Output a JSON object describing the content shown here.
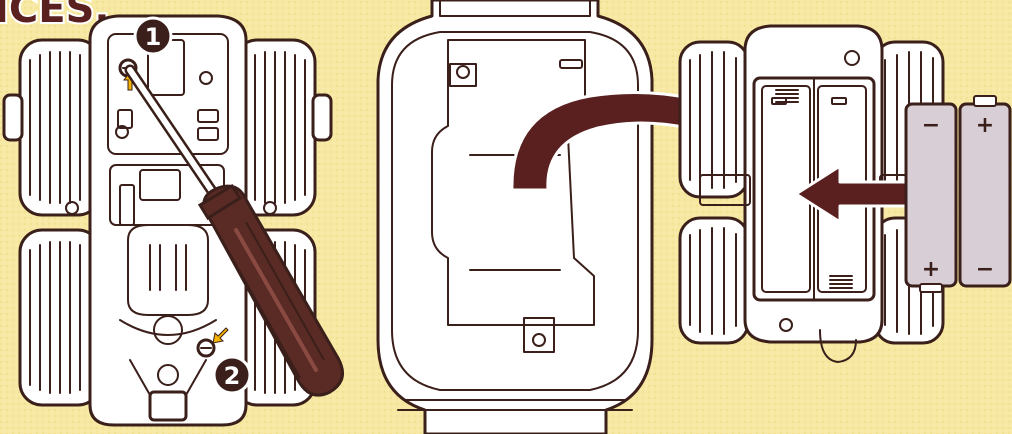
{
  "heading": {
    "text": "ICES."
  },
  "steps": [
    {
      "number": "1"
    },
    {
      "number": "2"
    }
  ],
  "batteries": [
    {
      "top_symbol": "−",
      "bottom_symbol": "+"
    },
    {
      "top_symbol": "+",
      "bottom_symbol": "−"
    }
  ],
  "colors": {
    "background": "#f7e9a3",
    "outline": "#3a1f1a",
    "arrow": "#5a1f1f",
    "battery": "#d8cfd6",
    "badge": "#3a1f1a",
    "hint_arrow": "#f5b400"
  }
}
